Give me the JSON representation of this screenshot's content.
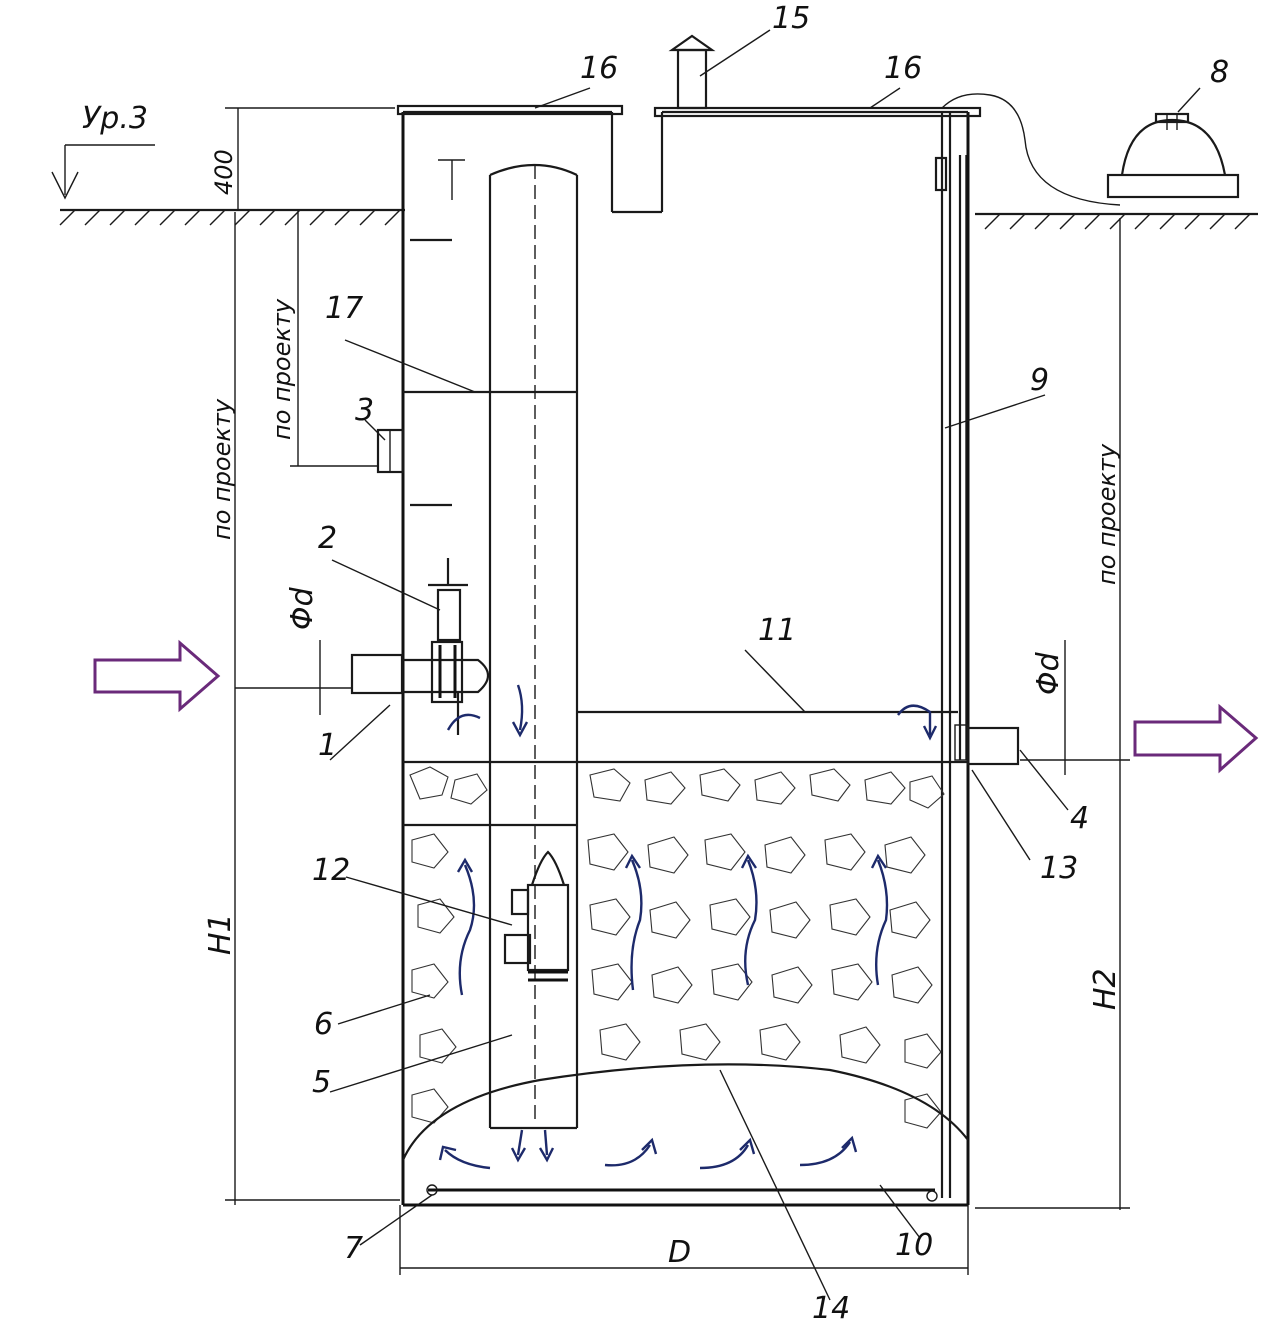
{
  "labels": {
    "n1": "1",
    "n2": "2",
    "n3": "3",
    "n4": "4",
    "n5": "5",
    "n6": "6",
    "n7": "7",
    "n8": "8",
    "n9": "9",
    "n10": "10",
    "n11": "11",
    "n12": "12",
    "n13": "13",
    "n14": "14",
    "n15": "15",
    "n16a": "16",
    "n16b": "16",
    "n17": "17"
  },
  "dimensions": {
    "level": "Ур.3",
    "depth_400": "400",
    "po_proektu_1": "по проекту",
    "po_proektu_2": "по проекту",
    "po_proektu_3": "по проекту",
    "pipe_d_in": "Φd",
    "pipe_d_out": "Φd",
    "h1": "H1",
    "h2": "H2",
    "diameter": "D"
  },
  "colors": {
    "ink": "#1a1a1a",
    "flow": "#1d2a6b",
    "io_arrow": "#6a2a7a"
  }
}
